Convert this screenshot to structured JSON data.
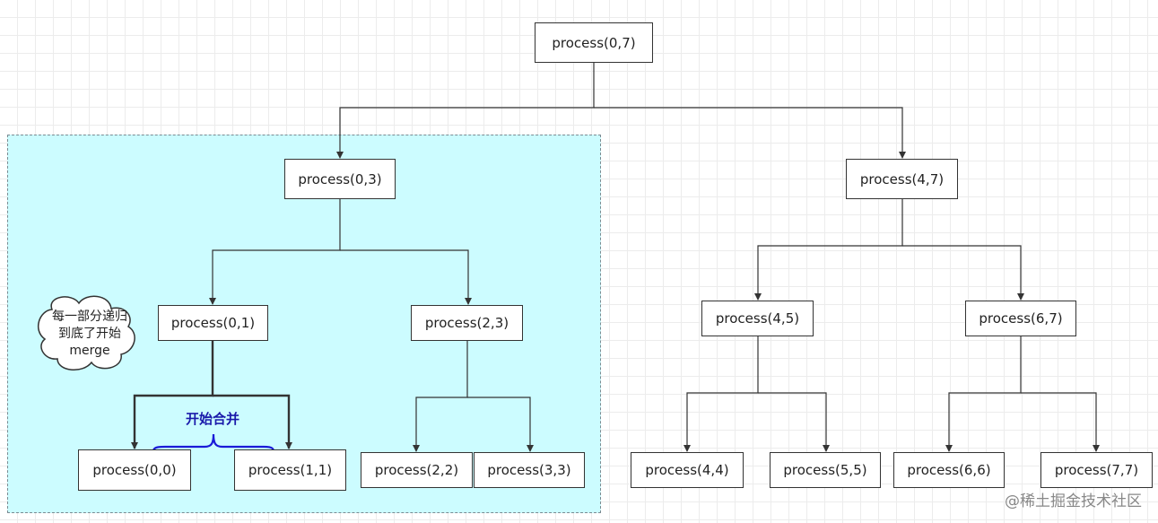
{
  "diagram": {
    "nodes": {
      "root": "process(0,7)",
      "left": "process(0,3)",
      "right": "process(4,7)",
      "n01": "process(0,1)",
      "n23": "process(2,3)",
      "n45": "process(4,5)",
      "n67": "process(6,7)",
      "n00": "process(0,0)",
      "n11": "process(1,1)",
      "n22": "process(2,2)",
      "n33": "process(3,3)",
      "n44": "process(4,4)",
      "n55": "process(5,5)",
      "n66": "process(6,6)",
      "n77": "process(7,7)"
    },
    "merge_label": "开始合并",
    "cloud_note": "每一部分递归到底了开始merge",
    "watermark": "@稀土掘金技术社区",
    "colors": {
      "highlight_bg": "#ccfcff",
      "merge_label": "#1a1aaa",
      "connector": "#333333"
    }
  }
}
